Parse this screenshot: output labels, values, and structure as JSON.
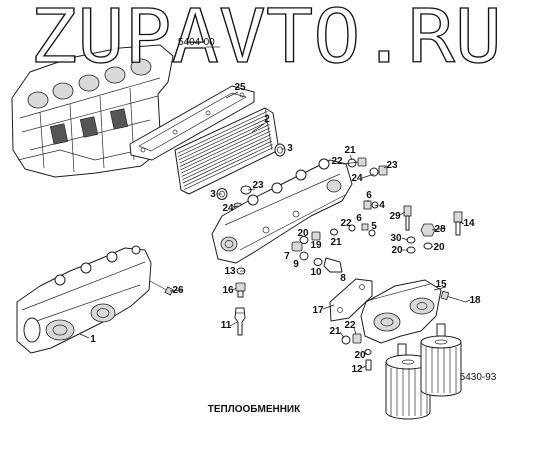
{
  "watermark": "ZUPAVTO.RU",
  "diagram": {
    "title": "ТЕПЛООБМЕННИК",
    "ref_top": "5404-00",
    "ref_bottom": "5430-93",
    "callouts": [
      "25",
      "2",
      "3",
      "21",
      "22",
      "23",
      "24",
      "3",
      "23",
      "24",
      "6",
      "4",
      "29",
      "22",
      "6",
      "5",
      "28",
      "14",
      "20",
      "19",
      "21",
      "30",
      "20",
      "20",
      "7",
      "9",
      "10",
      "8",
      "13",
      "16",
      "26",
      "15",
      "18",
      "17",
      "11",
      "1",
      "22",
      "21",
      "20",
      "12"
    ]
  }
}
